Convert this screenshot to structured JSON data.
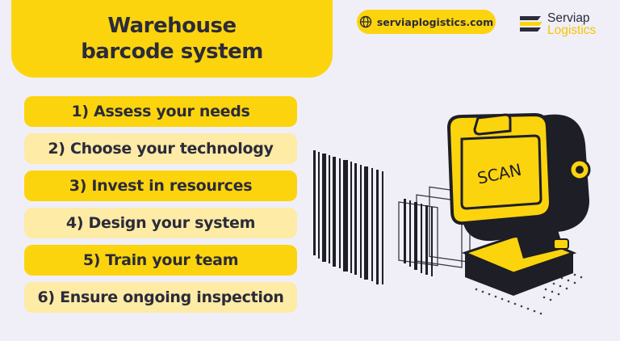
{
  "title": {
    "line1": "Warehouse",
    "line2": "barcode system"
  },
  "website": {
    "url": "serviaplogistics.com",
    "icon": "globe-icon"
  },
  "brand": {
    "name1": "Serviap",
    "name2": "Logistics",
    "accent": "#fcd40d",
    "text": "#2b2b3a"
  },
  "steps": [
    {
      "label": "1) Assess your needs"
    },
    {
      "label": "2) Choose your technology"
    },
    {
      "label": "3) Invest in resources"
    },
    {
      "label": "4) Design your system"
    },
    {
      "label": "5) Train your team"
    },
    {
      "label": "6) Ensure ongoing inspection"
    }
  ],
  "scanner": {
    "screen_text": "SCAN",
    "icon": "barcode-scanner-icon"
  }
}
